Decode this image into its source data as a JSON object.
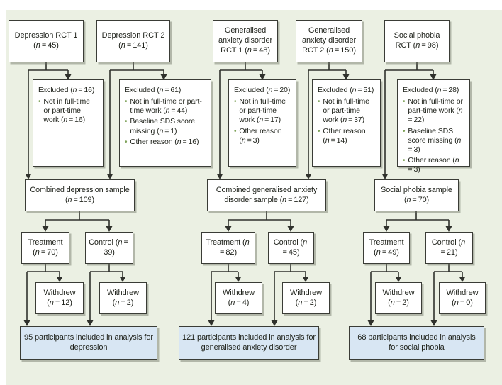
{
  "figure": {
    "background_color": "#ebf0e3",
    "box_border_color": "#3a3c36",
    "analysis_box_fill": "#d8e6f3",
    "bullet_color": "#7fa35a",
    "line_color": "#2f312c",
    "bullet_glyph": "•"
  },
  "top_boxes": [
    {
      "label": "Depression RCT 1 (n=45)"
    },
    {
      "label": "Depression RCT 2 (n=141)"
    },
    {
      "label": "Generalised anxiety disorder RCT 1 (n=48)"
    },
    {
      "label": "Generalised anxiety disorder RCT 2 (n=150)"
    },
    {
      "label": "Social phobia RCT (n=98)"
    }
  ],
  "excluded_boxes": [
    {
      "title": "Excluded (n=16)",
      "items": [
        "Not in full-time or part-time work (n=16)"
      ]
    },
    {
      "title": "Excluded (n=61)",
      "items": [
        "Not in full-time or part-time work (n=44)",
        "Baseline SDS score missing (n=1)",
        "Other reason (n=16)"
      ]
    },
    {
      "title": "Excluded (n=20)",
      "items": [
        "Not in full-time or part-time work (n=17)",
        "Other reason (n=3)"
      ]
    },
    {
      "title": "Excluded (n=51)",
      "items": [
        "Not in full-time or part-time work (n=37)",
        "Other reason (n=14)"
      ]
    },
    {
      "title": "Excluded (n=28)",
      "items": [
        "Not in full-time or part-time work (n=22)",
        "Baseline SDS score missing (n=3)",
        "Other reason (n=3)"
      ]
    }
  ],
  "combined_boxes": [
    {
      "label": "Combined depression sample (n=109)"
    },
    {
      "label": "Combined generalised anxiety disorder sample (n=127)"
    },
    {
      "label": "Social phobia sample (n=70)"
    }
  ],
  "arm_boxes": [
    {
      "label": "Treatment (n=70)"
    },
    {
      "label": "Control (n=39)"
    },
    {
      "label": "Treatment (n=82)"
    },
    {
      "label": "Control (n=45)"
    },
    {
      "label": "Treatment (n=49)"
    },
    {
      "label": "Control (n=21)"
    }
  ],
  "withdrew_boxes": [
    {
      "label": "Withdrew (n=12)"
    },
    {
      "label": "Withdrew (n=2)"
    },
    {
      "label": "Withdrew (n=4)"
    },
    {
      "label": "Withdrew (n=2)"
    },
    {
      "label": "Withdrew (n=2)"
    },
    {
      "label": "Withdrew (n=0)"
    }
  ],
  "analysis_boxes": [
    {
      "label": "95 participants included in analysis for depression"
    },
    {
      "label": "121 participants included in analysis for generalised anxiety disorder"
    },
    {
      "label": "68 participants included in analysis for social phobia"
    }
  ]
}
